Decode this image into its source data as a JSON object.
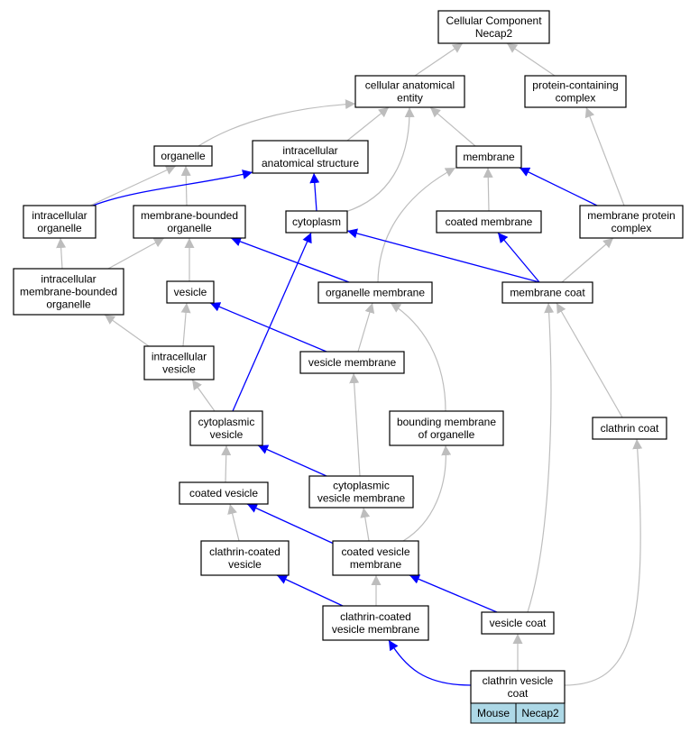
{
  "nodes": {
    "cellular_component": [
      "Cellular Component",
      "Necap2"
    ],
    "cellular_anatomical_entity": [
      "cellular anatomical",
      "entity"
    ],
    "protein_containing_complex": [
      "protein-containing",
      "complex"
    ],
    "organelle": [
      "organelle"
    ],
    "intracellular_anatomical_structure": [
      "intracellular",
      "anatomical structure"
    ],
    "membrane": [
      "membrane"
    ],
    "intracellular_organelle": [
      "intracellular",
      "organelle"
    ],
    "membrane_bounded_organelle": [
      "membrane-bounded",
      "organelle"
    ],
    "cytoplasm": [
      "cytoplasm"
    ],
    "coated_membrane": [
      "coated membrane"
    ],
    "membrane_protein_complex": [
      "membrane protein",
      "complex"
    ],
    "intracellular_membrane_bounded_organelle": [
      "intracellular",
      "membrane-bounded",
      "organelle"
    ],
    "vesicle": [
      "vesicle"
    ],
    "organelle_membrane": [
      "organelle membrane"
    ],
    "membrane_coat": [
      "membrane coat"
    ],
    "intracellular_vesicle": [
      "intracellular",
      "vesicle"
    ],
    "vesicle_membrane": [
      "vesicle membrane"
    ],
    "cytoplasmic_vesicle": [
      "cytoplasmic",
      "vesicle"
    ],
    "bounding_membrane_of_organelle": [
      "bounding membrane",
      "of organelle"
    ],
    "clathrin_coat": [
      "clathrin coat"
    ],
    "coated_vesicle": [
      "coated vesicle"
    ],
    "cytoplasmic_vesicle_membrane": [
      "cytoplasmic",
      "vesicle membrane"
    ],
    "clathrin_coated_vesicle": [
      "clathrin-coated",
      "vesicle"
    ],
    "coated_vesicle_membrane": [
      "coated vesicle",
      "membrane"
    ],
    "clathrin_coated_vesicle_membrane": [
      "clathrin-coated",
      "vesicle membrane"
    ],
    "vesicle_coat": [
      "vesicle coat"
    ],
    "clathrin_vesicle_coat": [
      "clathrin vesicle",
      "coat"
    ]
  },
  "legend": {
    "organism": "Mouse",
    "gene": "Necap2"
  },
  "colors": {
    "is_a_edge": "#bdbdbd",
    "part_of_edge": "#0000ff",
    "legend_fill": "#add8e6"
  }
}
